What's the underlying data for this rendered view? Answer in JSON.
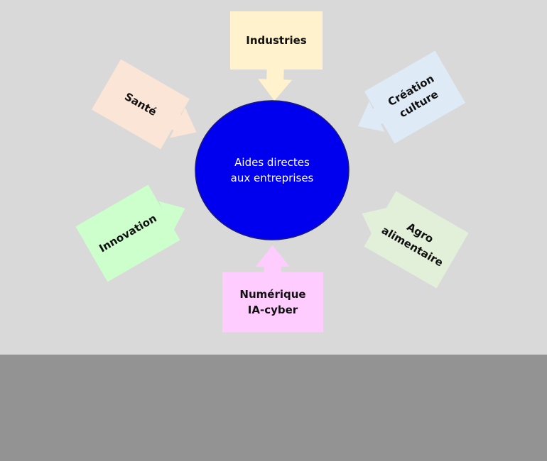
{
  "colors": {
    "background": "#d9d9d9",
    "footer": "#939393",
    "center_fill": "#0000ee",
    "center_stroke": "#1a1a7a"
  },
  "center": {
    "lines": [
      "Aides directes",
      "aux entreprises"
    ],
    "color": "#0000ee"
  },
  "sectors": [
    {
      "id": "industries",
      "lines": [
        "Industries"
      ],
      "color": "#fff2cc"
    },
    {
      "id": "creation-culture",
      "lines": [
        "Création",
        "culture"
      ],
      "color": "#deebf7"
    },
    {
      "id": "agro-alimentaire",
      "lines": [
        "Agro",
        "alimentaire"
      ],
      "color": "#e2f0d9"
    },
    {
      "id": "numerique-ia-cyber",
      "lines": [
        "Numérique",
        "IA-cyber"
      ],
      "color": "#ffccff"
    },
    {
      "id": "innovation",
      "lines": [
        "Innovation"
      ],
      "color": "#ccffcc"
    },
    {
      "id": "sante",
      "lines": [
        "Santé"
      ],
      "color": "#fbe5d6"
    }
  ]
}
